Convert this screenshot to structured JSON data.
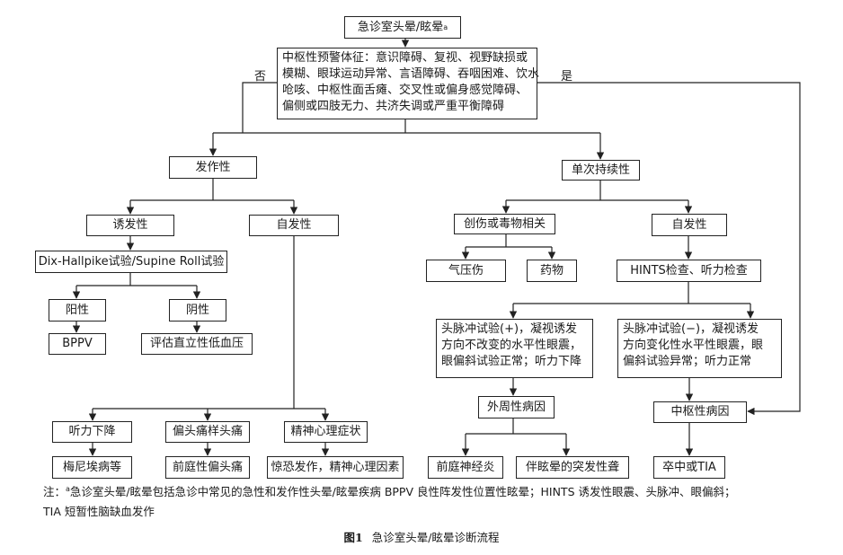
{
  "title": {
    "text": "急诊室头晕/眩晕",
    "mark": "a"
  },
  "central_warning": {
    "lines": [
      "中枢性预警体征：意识障碍、复视、视野缺损或",
      "模糊、眼球运动异常、言语障碍、吞咽困难、饮水",
      "呛咳、中枢性面舌瘫、交叉性或偏身感觉障碍、",
      "偏侧或四肢无力、共济失调或严重平衡障碍"
    ]
  },
  "labels": {
    "no": "否",
    "yes": "是"
  },
  "nodes": {
    "episodic": "发作性",
    "single_persistent": "单次持续性",
    "triggered": "诱发性",
    "spontaneous_left": "自发性",
    "dix_hallpike": "Dix-Hallpike试验/Supine Roll试验",
    "positive": "阳性",
    "negative": "阴性",
    "bppv": "BPPV",
    "orthostatic": "评估直立性低血压",
    "trauma_toxic": "创伤或毒物相关",
    "spontaneous_right": "自发性",
    "barotrauma": "气压伤",
    "drug": "药物",
    "hints": "HINTS检查、听力检查",
    "hearing_loss": "听力下降",
    "migraine_headache": "偏头痛样头痛",
    "psychiatric": "精神心理症状",
    "meniere": "梅尼埃病等",
    "vestibular_migraine": "前庭性偏头痛",
    "panic": "惊恐发作，精神心理因素",
    "peripheral_criteria": [
      "头脉冲试验(+)，凝视诱发",
      "方向不改变的水平性眼震，",
      "眼偏斜试验正常；听力下降"
    ],
    "central_criteria": [
      "头脉冲试验(−)，凝视诱发",
      "方向变化性水平性眼震，眼",
      "偏斜试验异常；听力正常"
    ],
    "peripheral_cause": "外周性病因",
    "central_cause": "中枢性病因",
    "vestibular_neuritis": "前庭神经炎",
    "sudden_deafness": "伴眩晕的突发性聋",
    "stroke_tia": "卒中或TIA"
  },
  "note": {
    "prefix": "注：",
    "mark": "a",
    "line1": "急诊室头晕/眩晕包括急诊中常见的急性和发作性头晕/眩晕疾病 BPPV 良性阵发性位置性眩晕；HINTS 诱发性眼震、头脉冲、眼偏斜；",
    "line2": "TIA 短暂性脑缺血发作"
  },
  "caption": {
    "label": "图1",
    "text": "急诊室头晕/眩晕诊断流程"
  }
}
